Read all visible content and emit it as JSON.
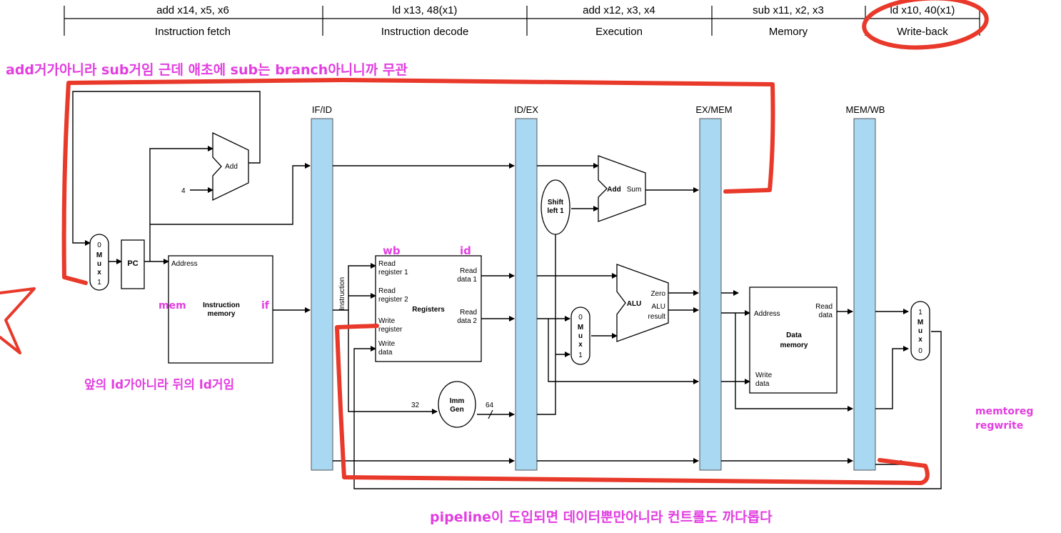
{
  "stages": [
    {
      "instruction": "add x14, x5, x6",
      "stage": "Instruction fetch"
    },
    {
      "instruction": "ld x13, 48(x1)",
      "stage": "Instruction decode"
    },
    {
      "instruction": "add x12, x3, x4",
      "stage": "Execution"
    },
    {
      "instruction": "sub x11, x2, x3",
      "stage": "Memory"
    },
    {
      "instruction": "ld x10, 40(x1)",
      "stage": "Write-back"
    }
  ],
  "pipeline_registers": [
    "IF/ID",
    "ID/EX",
    "EX/MEM",
    "MEM/WB"
  ],
  "blocks": {
    "pc": "PC",
    "add_top": "Add",
    "const_four": "4",
    "mux_left": [
      "0",
      "M",
      "u",
      "x",
      "1"
    ],
    "imem_address": "Address",
    "imem_name1": "Instruction",
    "imem_name2": "memory",
    "instruction_label": "Instruction",
    "reg_read1a": "Read",
    "reg_read1b": "register 1",
    "reg_read2a": "Read",
    "reg_read2b": "register 2",
    "reg_write_a": "Write",
    "reg_write_b": "register",
    "reg_wdata_a": "Write",
    "reg_wdata_b": "data",
    "reg_name": "Registers",
    "reg_rdata1a": "Read",
    "reg_rdata1b": "data 1",
    "reg_rdata2a": "Read",
    "reg_rdata2b": "data 2",
    "imm_gen1": "Imm",
    "imm_gen2": "Gen",
    "bits_32": "32",
    "bits_64": "64",
    "shift1": "Shift",
    "shift2": "left 1",
    "add_branch": "Add",
    "sum": "Sum",
    "mux_alu": [
      "0",
      "M",
      "u",
      "x",
      "1"
    ],
    "alu": "ALU",
    "zero": "Zero",
    "alu_result1": "ALU",
    "alu_result2": "result",
    "dmem_address": "Address",
    "dmem_read1": "Read",
    "dmem_read2": "data",
    "dmem_name1": "Data",
    "dmem_name2": "memory",
    "dmem_wdata1": "Write",
    "dmem_wdata2": "data",
    "mux_wb": [
      "1",
      "M",
      "u",
      "x",
      "0"
    ]
  },
  "annotations": {
    "top_note": "add거가아니라 sub거임 근데 애초에 sub는 branch아니니까 무관",
    "wb": "wb",
    "id": "id",
    "mem": "mem",
    "if": "if",
    "ld_note": "앞의 ld가아니라 뒤의 ld거임",
    "memtoreg": "memtoreg",
    "regwrite": "regwrite",
    "bottom_note": "pipeline이 도입되면 데이터뿐만아니라 컨트롤도 까다롭다"
  },
  "colors": {
    "pipeline_register": "#a9d8f2",
    "annotation_text": "#e23ee0",
    "annotation_stroke": "#e8392a"
  }
}
